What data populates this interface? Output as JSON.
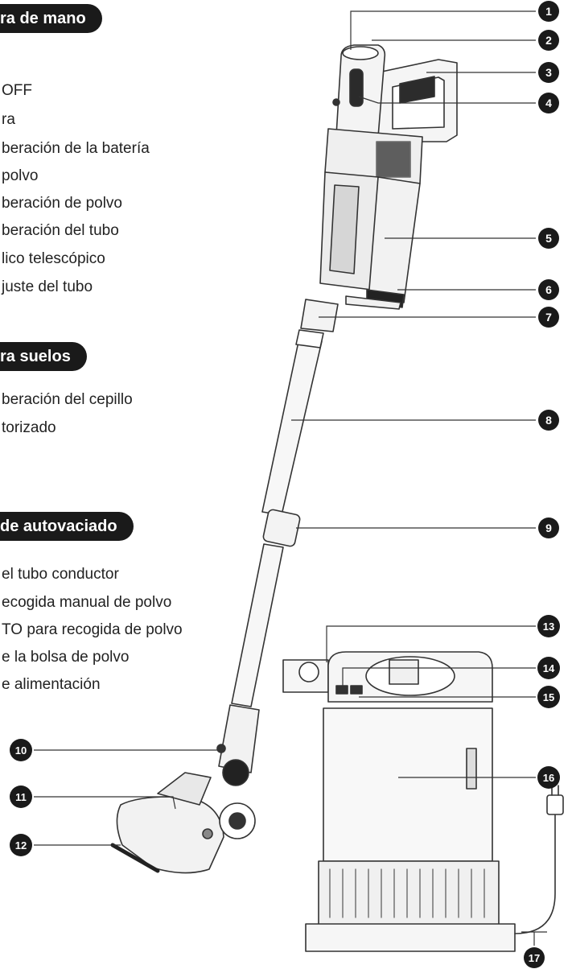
{
  "sections": [
    {
      "title": "ra de mano",
      "items": [
        "OFF",
        "ra",
        "beración de la batería",
        " polvo",
        "beración de polvo",
        "beración del tubo",
        "lico telescópico",
        "juste del tubo"
      ]
    },
    {
      "title": "ra suelos",
      "items": [
        "beración del cepillo",
        "torizado"
      ]
    },
    {
      "title": "de autovaciado",
      "items": [
        "el tubo conductor",
        "ecogida manual de polvo",
        "TO para recogida de polvo",
        "e la bolsa de polvo",
        "e alimentación"
      ]
    }
  ],
  "callouts": [
    "1",
    "2",
    "3",
    "4",
    "5",
    "6",
    "7",
    "8",
    "9",
    "10",
    "11",
    "12",
    "13",
    "14",
    "15",
    "16",
    "17"
  ],
  "colors": {
    "ink": "#1a1a1a",
    "line": "#333333",
    "body": "#f3f3f3"
  }
}
